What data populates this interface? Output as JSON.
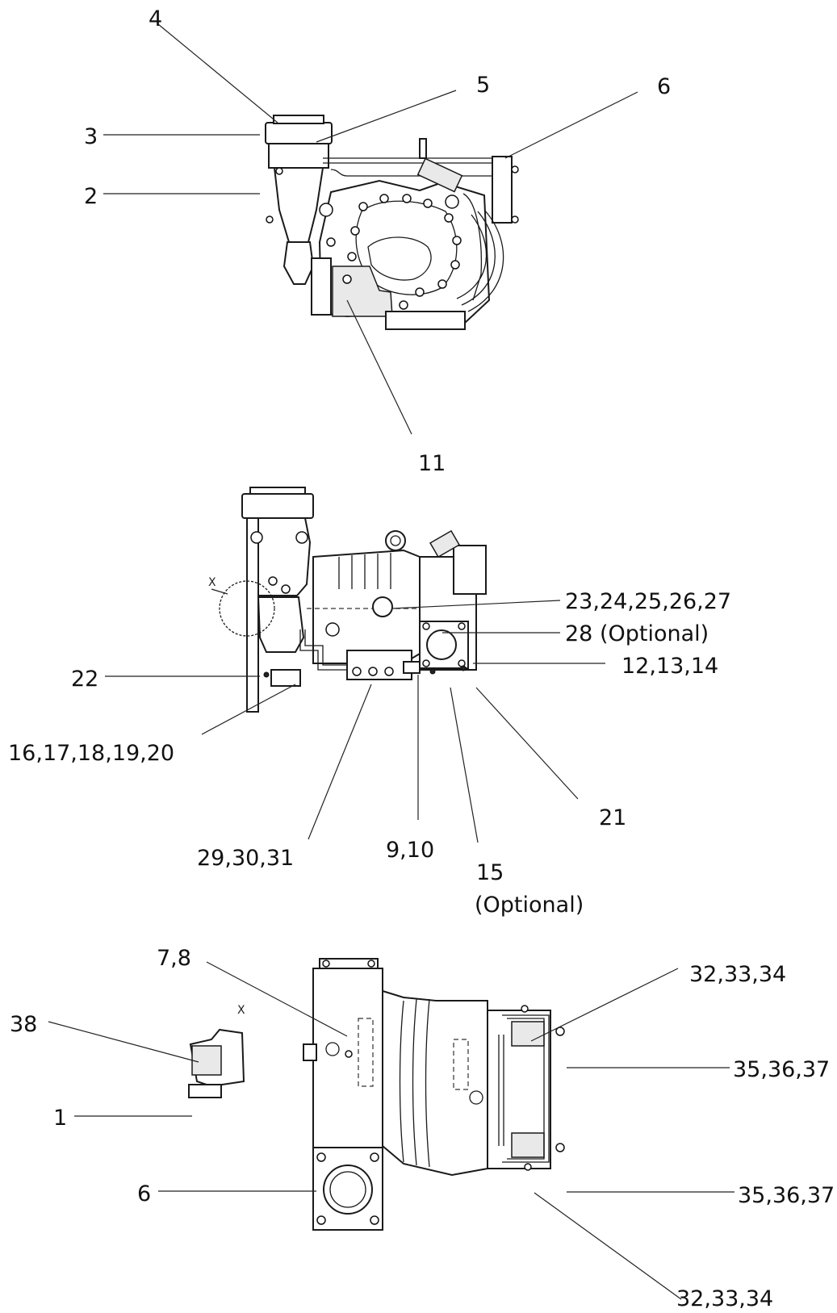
{
  "callouts": [
    {
      "key": "c4",
      "label": "4"
    },
    {
      "key": "c5",
      "label": "5"
    },
    {
      "key": "c6a",
      "label": "6"
    },
    {
      "key": "c3",
      "label": "3"
    },
    {
      "key": "c2",
      "label": "2"
    },
    {
      "key": "c11",
      "label": "11"
    },
    {
      "key": "c23",
      "label": "23,24,25,26,27"
    },
    {
      "key": "c28",
      "label": "28 (Optional)"
    },
    {
      "key": "c12",
      "label": "12,13,14"
    },
    {
      "key": "c22",
      "label": "22"
    },
    {
      "key": "c16",
      "label": "16,17,18,19,20"
    },
    {
      "key": "c21",
      "label": "21"
    },
    {
      "key": "c29",
      "label": "29,30,31"
    },
    {
      "key": "c9",
      "label": "9,10"
    },
    {
      "key": "c15",
      "label": "15"
    },
    {
      "key": "c15opt",
      "label": "(Optional)"
    },
    {
      "key": "c7",
      "label": "7,8"
    },
    {
      "key": "c32a",
      "label": "32,33,34"
    },
    {
      "key": "c38",
      "label": "38"
    },
    {
      "key": "c35a",
      "label": "35,36,37"
    },
    {
      "key": "c1",
      "label": "1"
    },
    {
      "key": "c6b",
      "label": "6"
    },
    {
      "key": "c35b",
      "label": "35,36,37"
    },
    {
      "key": "c32b",
      "label": "32,33,34"
    }
  ],
  "detail_marks": {
    "view2_x": "X",
    "view3_x": "X"
  }
}
